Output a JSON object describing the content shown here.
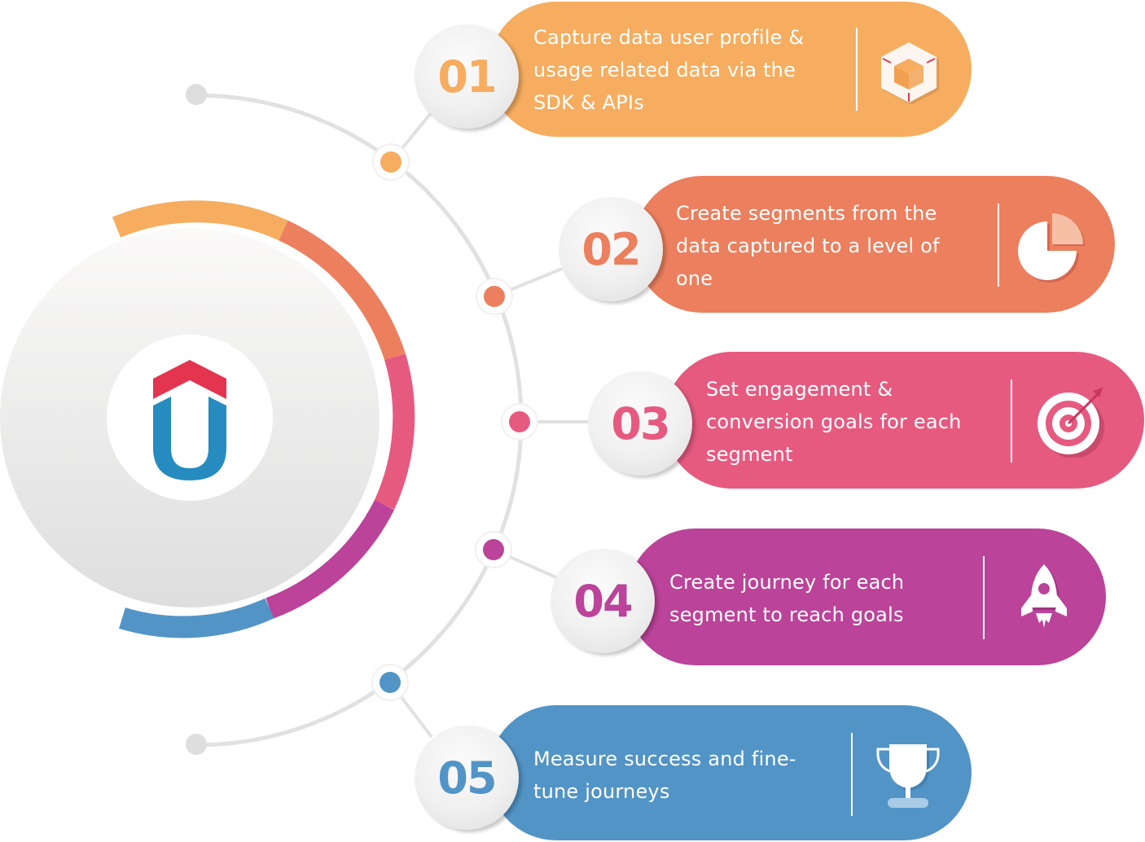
{
  "diagram": {
    "hub": {
      "logo": "u-arrow-logo",
      "logo_colors": {
        "arrow": "#e3354f",
        "u": "#268cbf"
      }
    },
    "steps": [
      {
        "number": "01",
        "text": "Capture data user profile &\nusage related data via the\nSDK & APIs",
        "icon": "cube-icon",
        "color": "#f6ad5f"
      },
      {
        "number": "02",
        "text": "Create segments from the\ndata captured to a level of\none",
        "icon": "pie-chart-icon",
        "color": "#ec7f5e"
      },
      {
        "number": "03",
        "text": "Set engagement &\nconversion goals for each\nsegment",
        "icon": "target-icon",
        "color": "#e65a80"
      },
      {
        "number": "04",
        "text": "Create journey for each\nsegment to reach goals",
        "icon": "rocket-icon",
        "color": "#bb4399"
      },
      {
        "number": "05",
        "text": "Measure success and fine-\ntune journeys",
        "icon": "trophy-icon",
        "color": "#5294c6"
      }
    ]
  }
}
